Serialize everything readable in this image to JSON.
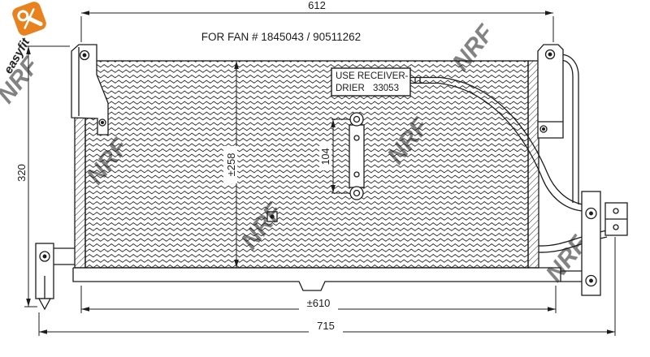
{
  "drawing": {
    "fan_note": "FOR FAN # 1845043 / 90511262",
    "receiver_note": {
      "line1": "USE RECEIVER-",
      "line2_left": "DRIER",
      "line2_right": "33053"
    }
  },
  "dimensions": {
    "top_width": "612",
    "overall_height": "320",
    "core_height": "±258",
    "bracket_hole_spacing": "104",
    "mount_width": "±610",
    "overall_width": "715"
  },
  "branding": {
    "watermark": "NRF",
    "easyfit": "easyfit"
  },
  "colors": {
    "line": "#1c1c1c",
    "watermark_blue": "#9fc3dd",
    "logo_orange": "#e8821e",
    "easyfit_green": "#7cb52c",
    "background": "#ffffff"
  }
}
